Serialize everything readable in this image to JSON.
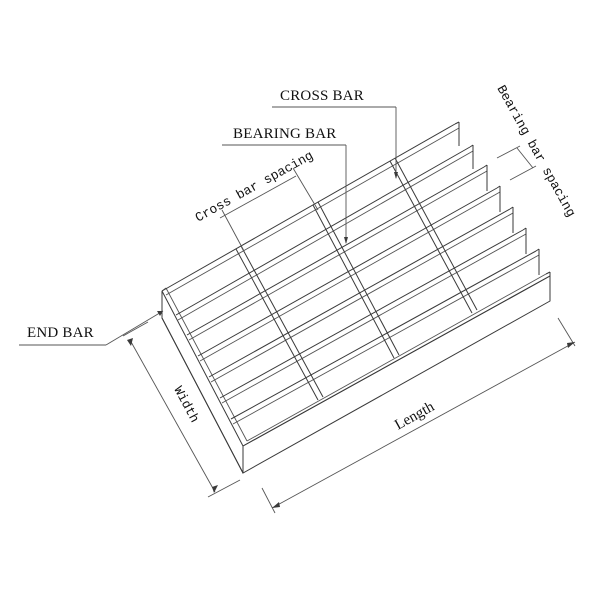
{
  "diagram": {
    "type": "technical-drawing",
    "subject": "steel bar grating (oblique projection)",
    "labels": {
      "cross_bar": "CROSS BAR",
      "bearing_bar": "BEARING BAR",
      "end_bar": "END BAR",
      "cross_bar_spacing": "Cross bar spacing",
      "bearing_bar_spacing": "Bearing bar spacing",
      "width": "Width",
      "length": "Length"
    },
    "structure": {
      "bearing_bar_count": 8,
      "interior_cross_bar_count": 3,
      "end_bar_count": 1
    },
    "colors": {
      "line": "#3a3a3a",
      "text": "#111111",
      "background": "#ffffff"
    }
  }
}
